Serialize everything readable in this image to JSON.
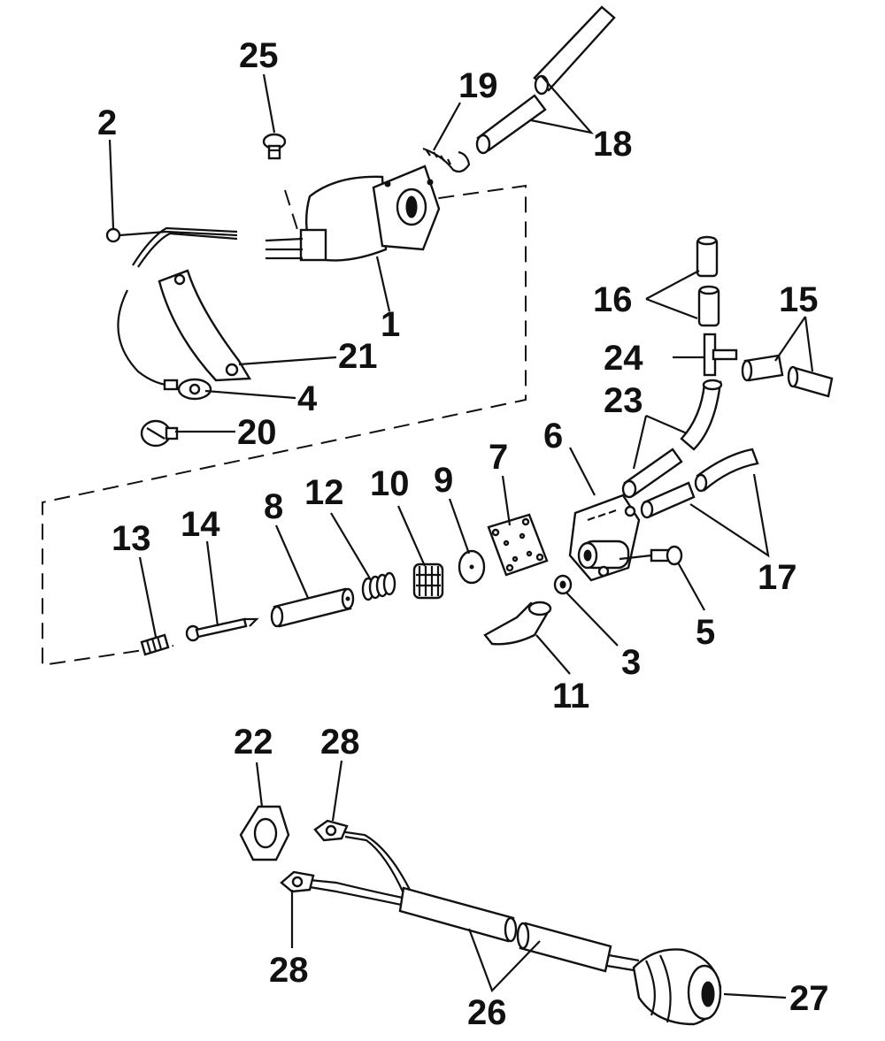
{
  "callouts": {
    "c1": "1",
    "c2": "2",
    "c3": "3",
    "c4": "4",
    "c5": "5",
    "c6": "6",
    "c7": "7",
    "c8": "8",
    "c9": "9",
    "c10": "10",
    "c11": "11",
    "c12": "12",
    "c13": "13",
    "c14": "14",
    "c15": "15",
    "c16": "16",
    "c17": "17",
    "c18": "18",
    "c19": "19",
    "c20": "20",
    "c21": "21",
    "c22": "22",
    "c23": "23",
    "c24": "24",
    "c25": "25",
    "c26": "26",
    "c27": "27",
    "c28a": "28",
    "c28b": "28"
  },
  "parts": [
    {
      "id": "1",
      "icon": "solenoid-icon"
    },
    {
      "id": "2",
      "icon": "wire-lead-icon"
    },
    {
      "id": "3",
      "icon": "washer-icon"
    },
    {
      "id": "4",
      "icon": "ground-wire-icon"
    },
    {
      "id": "5",
      "icon": "screw-icon"
    },
    {
      "id": "6",
      "icon": "valve-body-icon"
    },
    {
      "id": "7",
      "icon": "plate-icon"
    },
    {
      "id": "8",
      "icon": "plunger-icon"
    },
    {
      "id": "9",
      "icon": "disc-icon"
    },
    {
      "id": "10",
      "icon": "filter-screen-icon"
    },
    {
      "id": "11",
      "icon": "elbow-fitting-icon"
    },
    {
      "id": "12",
      "icon": "spring-icon"
    },
    {
      "id": "13",
      "icon": "set-screw-icon"
    },
    {
      "id": "14",
      "icon": "pin-icon"
    },
    {
      "id": "15",
      "icon": "hose-icon"
    },
    {
      "id": "16",
      "icon": "hose-icon"
    },
    {
      "id": "17",
      "icon": "hose-icon"
    },
    {
      "id": "18",
      "icon": "hose-icon"
    },
    {
      "id": "19",
      "icon": "clamp-icon"
    },
    {
      "id": "20",
      "icon": "screw-icon"
    },
    {
      "id": "21",
      "icon": "bracket-icon"
    },
    {
      "id": "22",
      "icon": "nut-icon"
    },
    {
      "id": "23",
      "icon": "hose-icon"
    },
    {
      "id": "24",
      "icon": "tee-fitting-icon"
    },
    {
      "id": "25",
      "icon": "screw-icon"
    },
    {
      "id": "26",
      "icon": "wire-harness-icon"
    },
    {
      "id": "27",
      "icon": "push-button-switch-icon"
    },
    {
      "id": "28",
      "icon": "terminal-icon"
    }
  ]
}
